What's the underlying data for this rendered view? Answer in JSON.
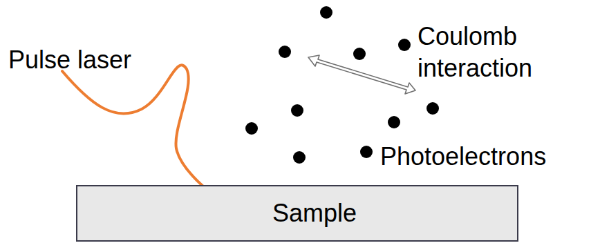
{
  "diagram": {
    "nodes": [
      {
        "text": [
          "Sample"
        ]
      }
    ],
    "labels": [
      "Pulse laser",
      "Coulomb interaction",
      "Photoelectrons"
    ]
  }
}
